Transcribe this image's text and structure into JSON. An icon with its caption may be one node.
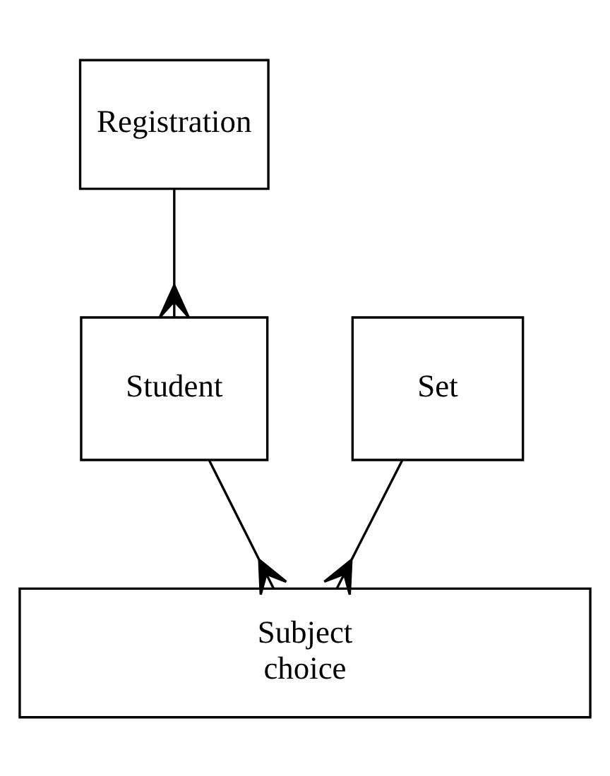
{
  "diagram": {
    "nodes": [
      {
        "text": [
          "Registration"
        ]
      },
      {
        "text": [
          "Set"
        ]
      },
      {
        "text": [
          "Student"
        ]
      },
      {
        "text": [
          "Subject choice"
        ]
      }
    ],
    "edges": [
      {
        "from": 0,
        "to": 2,
        "arrow": "other"
      },
      {
        "from": 1,
        "to": 3,
        "arrow": "other"
      },
      {
        "from": 2,
        "to": 3,
        "arrow": "other"
      }
    ]
  }
}
